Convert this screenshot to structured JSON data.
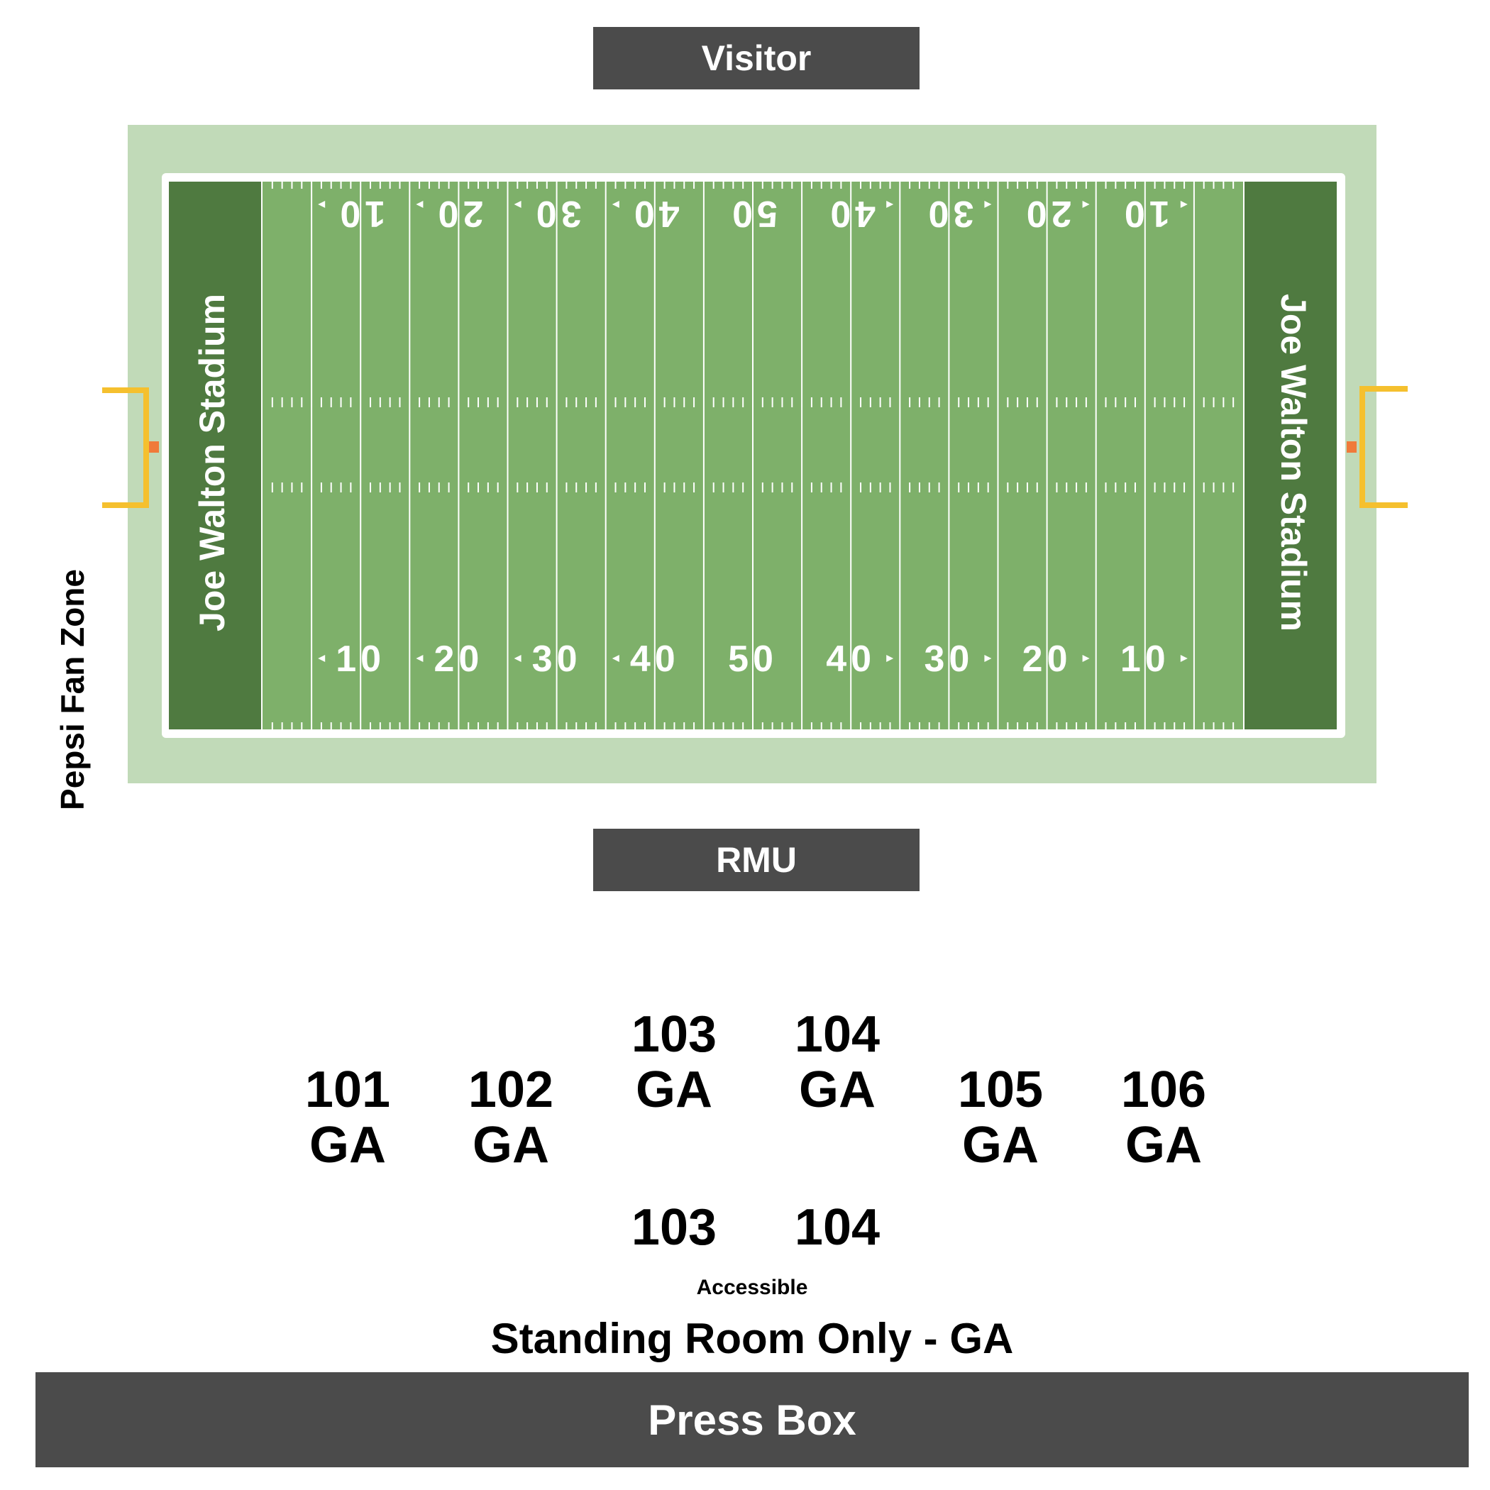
{
  "colors": {
    "outer_turf": "#c1dab8",
    "field_turf": "#7eb06a",
    "endzone": "#4f7a40",
    "field_line": "#ffffff",
    "goalpost": "#f5c02e",
    "goalpost_base": "#f07a3a",
    "bar": "#4b4b4b"
  },
  "labels": {
    "visitor": "Visitor",
    "home": "RMU",
    "press_box": "Press Box",
    "fan_zone": "Pepsi Fan Zone",
    "endzone_left": "Joe Walton Stadium",
    "endzone_right": "Joe Walton Stadium",
    "accessible": "Accessible",
    "standing_room": "Standing Room Only - GA"
  },
  "yard_numbers": [
    "10",
    "20",
    "30",
    "40",
    "50",
    "40",
    "30",
    "20",
    "10"
  ],
  "sections": [
    {
      "id": "101",
      "line1": "101",
      "line2": "GA"
    },
    {
      "id": "102",
      "line1": "102",
      "line2": "GA"
    },
    {
      "id": "103",
      "line1": "103",
      "line2": "GA"
    },
    {
      "id": "104",
      "line1": "104",
      "line2": "GA"
    },
    {
      "id": "105",
      "line1": "105",
      "line2": "GA"
    },
    {
      "id": "106",
      "line1": "106",
      "line2": "GA"
    },
    {
      "id": "103-accessible",
      "line1": "103"
    },
    {
      "id": "104-accessible",
      "line1": "104"
    }
  ]
}
